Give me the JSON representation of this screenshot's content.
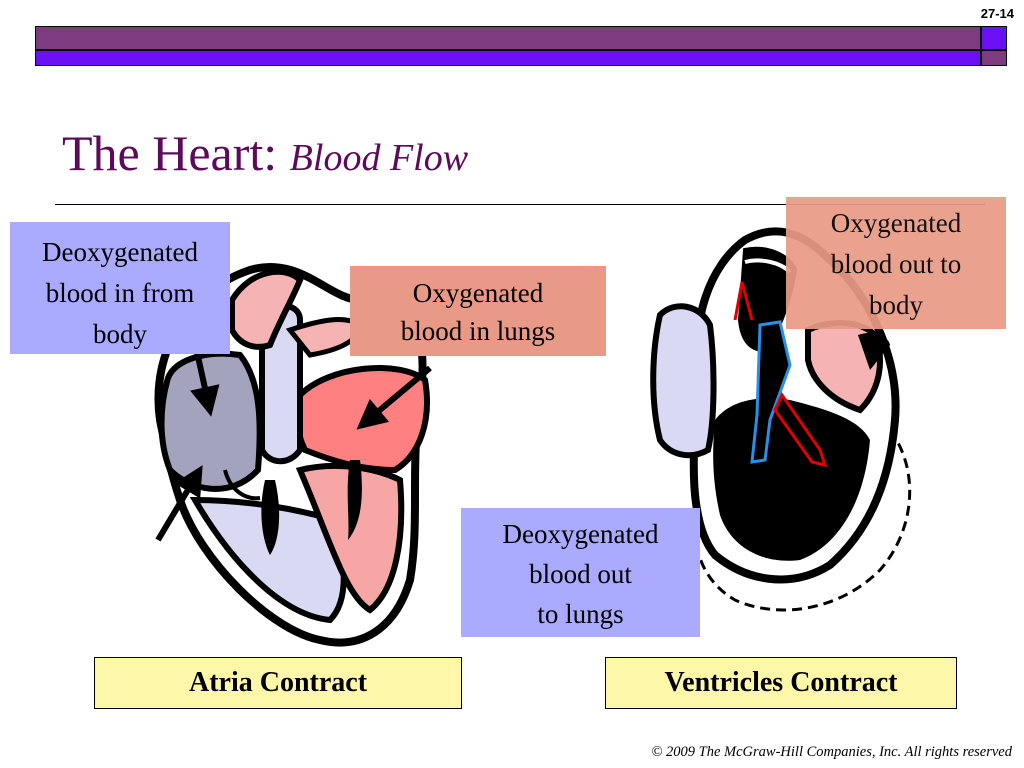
{
  "slide_number": "27-14",
  "title": {
    "main": "The Heart: ",
    "sub": "Blood Flow"
  },
  "labels": {
    "deoxy_in": [
      "Deoxygenated",
      "blood in from",
      "body"
    ],
    "oxy_lungs": [
      "Oxygenated",
      "blood in lungs"
    ],
    "oxy_out": [
      "Oxygenated",
      "blood out to",
      "body"
    ],
    "deoxy_out": [
      "Deoxygenated",
      "blood out",
      "to lungs"
    ]
  },
  "captions": {
    "left": "Atria Contract",
    "right": "Ventricles Contract"
  },
  "copyright": "© 2009 The McGraw-Hill Companies, Inc. All rights reserved",
  "colors": {
    "title": "#5c0a5a",
    "header_bar_purple": "#7d3c7f",
    "header_bar_violet": "#6a10f2",
    "label_blue": "#aaaaff",
    "label_salmon": "#e99a86",
    "caption_fill": "#fdf7aa"
  }
}
